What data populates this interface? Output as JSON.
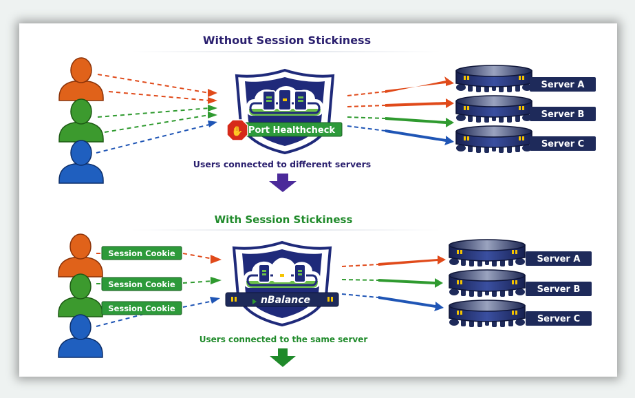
{
  "colors": {
    "top_title": "#2a1f6e",
    "bottom_title": "#1f8a2a",
    "user_orange": "#e0621a",
    "user_green": "#3c9a2e",
    "user_blue": "#1f5fbf",
    "arrow_red": "#e04a1a",
    "arrow_green": "#2f9a2f",
    "arrow_blue": "#1f55b5",
    "purple_arrow": "#4b2a9a",
    "server_navy": "#1e2a5a",
    "shield_navy": "#1f2a7a",
    "badge_green": "#2d9a3a"
  },
  "top": {
    "title": "Without Session Stickiness",
    "badge_label": "Port Healthcheck",
    "caption": "Users connected to different servers",
    "servers": [
      "Server A",
      "Server B",
      "Server C"
    ]
  },
  "bottom": {
    "title": "With Session Stickiness",
    "badge_label": "nBalance",
    "cookie_labels": [
      "Session Cookie",
      "Session Cookie",
      "Session Cookie"
    ],
    "caption": "Users connected to the same server",
    "servers": [
      "Server A",
      "Server B",
      "Server C"
    ]
  }
}
